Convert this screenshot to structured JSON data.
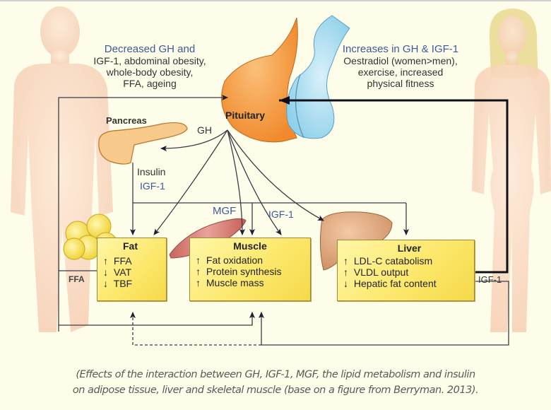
{
  "figure": {
    "top_left_text": {
      "line1": "Decreased GH and",
      "line2": "IGF-1, abdominal obesity,",
      "line3": "whole-body obesity,",
      "line4": "FFA, ageing"
    },
    "top_right_text": {
      "line1": "Increases in GH & IGF-1",
      "line2": "Oestradiol (women>men),",
      "line3": "exercise, increased",
      "line4": "physical fitness"
    },
    "labels": {
      "pituitary": "Pituitary",
      "pancreas": "Pancreas",
      "gh": "GH",
      "insulin": "Insulin",
      "igf1_pancreas": "IGF-1",
      "mgf": "MGF",
      "igf1_muscle": "IGF-1",
      "ffa_side": "FFA",
      "igf1_liver": "IGF-1"
    },
    "boxes": {
      "fat": {
        "title": "Fat",
        "rows": [
          {
            "arrow": "↑",
            "text": "FFA"
          },
          {
            "arrow": "↓",
            "text": "VAT"
          },
          {
            "arrow": "↓",
            "text": "TBF"
          }
        ]
      },
      "muscle": {
        "title": "Muscle",
        "rows": [
          {
            "arrow": "↑",
            "text": "Fat oxidation"
          },
          {
            "arrow": "↑",
            "text": "Protein synthesis"
          },
          {
            "arrow": "↑",
            "text": "Muscle mass"
          }
        ]
      },
      "liver": {
        "title": "Liver",
        "rows": [
          {
            "arrow": "↑",
            "text": "LDL-C catabolism"
          },
          {
            "arrow": "↑",
            "text": "VLDL output"
          },
          {
            "arrow": "↓",
            "text": "Hepatic fat content"
          }
        ]
      }
    },
    "colors": {
      "background": "#fefde9",
      "box_fill": "#fce86c",
      "pituitary_orange": "#f7a04a",
      "pituitary_blue": "#a8dcef",
      "skin": "#f8d8c0",
      "heading_blue": "#3a5a9a"
    }
  },
  "caption": {
    "line1": "(Effects of the interaction between GH, IGF-1, MGF, the lipid metabolism and insulin",
    "line2": "on adipose tissue, liver and skeletal muscle (base on a figure from Berryman. 2013)."
  }
}
